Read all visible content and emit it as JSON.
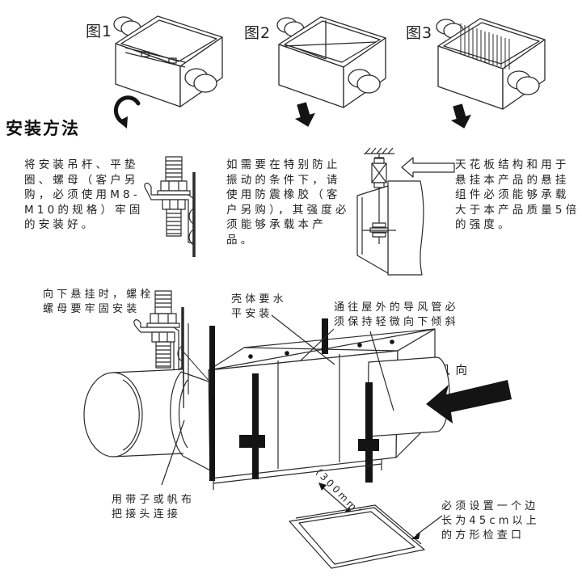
{
  "page": {
    "heading": "安装方法"
  },
  "figures": [
    {
      "label": "图1"
    },
    {
      "label": "图2"
    },
    {
      "label": "图3"
    }
  ],
  "steps": [
    "将安装吊杆、平垫圈、螺母（客户另购，必须使用M8-M10的规格）牢固的安装好。",
    "如需要在特别防止振动的条件下，请使用防震橡胶（客户另购），其强度必须能够承载本产品。",
    "天花板结构和用于悬挂本产品的悬挂组件必须能够承载大于本产品质量5倍的强度。"
  ],
  "annotations": {
    "hang_down": "向下悬挂时，螺栓、螺母要牢固安装",
    "level_install": "壳体要水平安装",
    "duct_slope": "通往屋外的导风管必须保持轻微向下倾斜",
    "wind_direction": "风向",
    "joint_connect": "用带子或帆布把接头连接",
    "dimension_300mm": "(300mm)",
    "inspection_port": "必须设置一个边长为45cm以上的方形检查口"
  },
  "colors": {
    "line": "#2b2b2b",
    "text": "#1c1c1c",
    "background": "#ffffff",
    "arrow_fill": "#141414"
  }
}
